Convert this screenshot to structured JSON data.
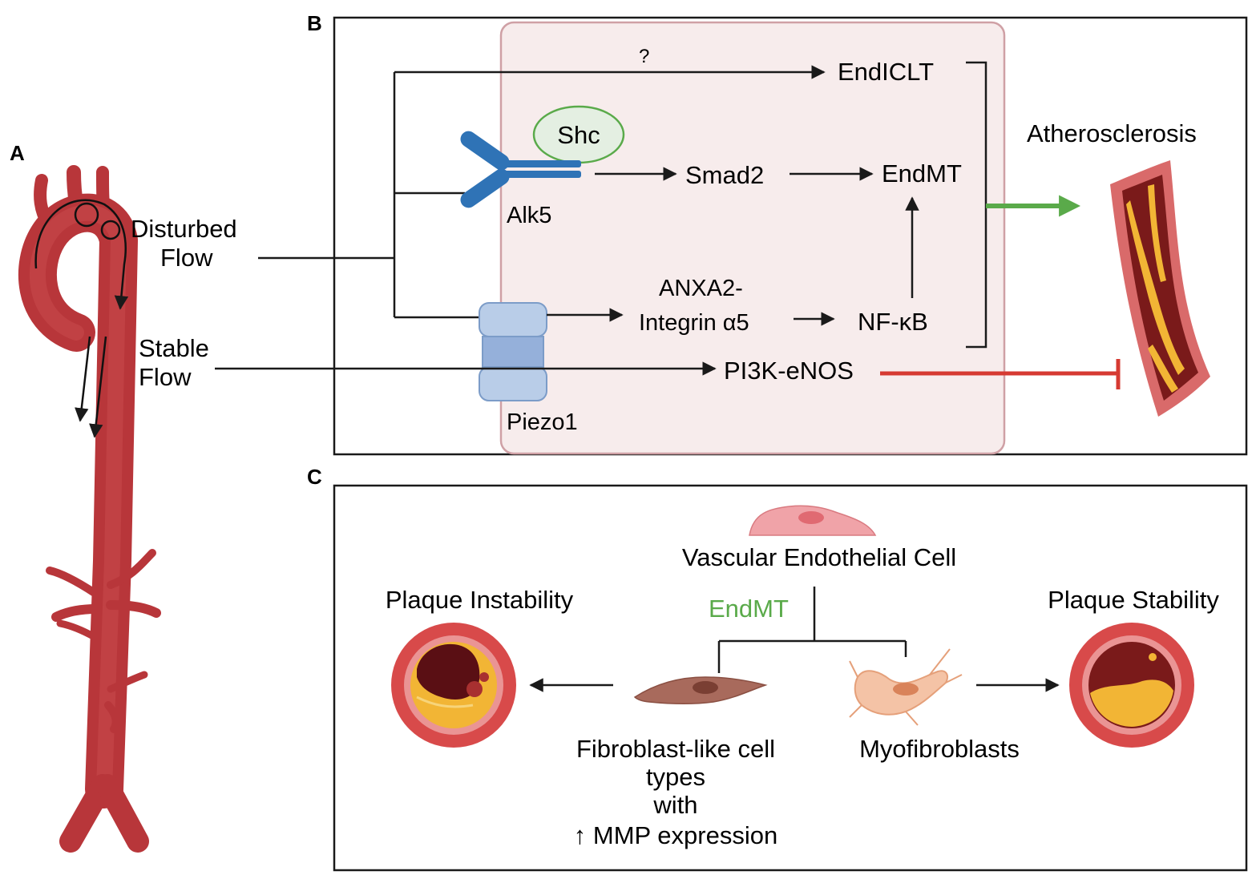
{
  "panels": {
    "a": "A",
    "b": "B",
    "c": "C"
  },
  "flows": {
    "disturbed_line1": "Disturbed",
    "disturbed_line2": "Flow",
    "stable_line1": "Stable",
    "stable_line2": "Flow"
  },
  "pathway": {
    "question": "?",
    "endiclt": "EndICLT",
    "shc": "Shc",
    "alk5": "Alk5",
    "smad2": "Smad2",
    "endmt": "EndMT",
    "anxa2_line1": "ANXA2-",
    "anxa2_line2": "Integrin α5",
    "nfkb": "NF-κB",
    "pi3k": "PI3K-eNOS",
    "piezo1": "Piezo1",
    "atherosclerosis": "Atherosclerosis"
  },
  "cells": {
    "endothelial": "Vascular Endothelial Cell",
    "endmt": "EndMT",
    "plaque_instability": "Plaque Instability",
    "plaque_stability": "Plaque Stability",
    "fibro_line1": "Fibroblast-like cell",
    "fibro_line2": "types",
    "fibro_line3": "with",
    "fibro_line4": "↑ MMP expression",
    "myofibroblasts": "Myofibroblasts"
  },
  "colors": {
    "artery": "#b8363a",
    "activation_arrow": "#5aaa4a",
    "inhibition": "#d63a32",
    "endmt_text": "#5aaa4a",
    "cell_box": "#f7ecec"
  }
}
